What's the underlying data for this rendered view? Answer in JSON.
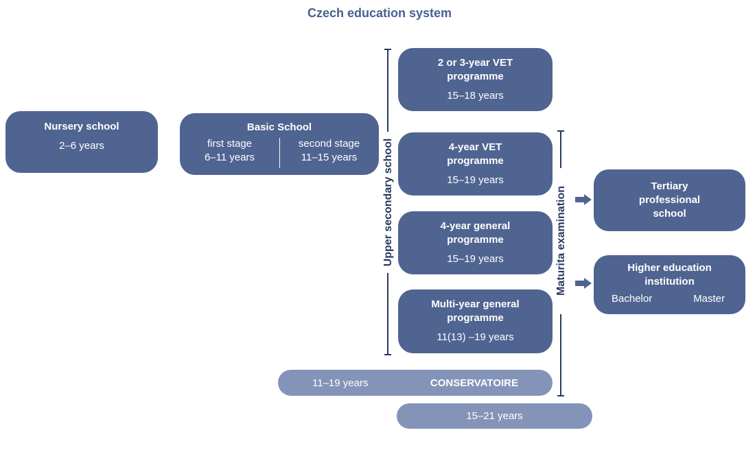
{
  "title": "Czech education system",
  "colors": {
    "dark_box": "#506491",
    "light_box": "#8394b8",
    "title_text": "#46618e",
    "line": "#28385e",
    "box_text": "#ffffff"
  },
  "nursery": {
    "title": "Nursery school",
    "years": "2–6 years"
  },
  "basic_school": {
    "title": "Basic School",
    "first_stage": {
      "label": "first stage",
      "years": "6–11 years"
    },
    "second_stage": {
      "label": "second stage",
      "years": "11–15 years"
    }
  },
  "upper_secondary": {
    "label": "Upper secondary school"
  },
  "programmes": [
    {
      "title": "2 or 3-year VET programme",
      "years": "15–18 years"
    },
    {
      "title": "4-year VET programme",
      "years": "15–19 years"
    },
    {
      "title": "4-year general programme",
      "years": "15–19 years"
    },
    {
      "title": "Multi-year general programme",
      "years": "11(13) –19 years"
    }
  ],
  "maturita": {
    "label": "Maturita examination"
  },
  "tertiary": {
    "title": "Tertiary professional school"
  },
  "higher_education": {
    "title": "Higher education institution",
    "degrees": [
      "Bachelor",
      "Master"
    ]
  },
  "conservatoire": {
    "years": "11–19 years",
    "label": "CONSERVATOIRE"
  },
  "post_secondary_years": "15–21 years"
}
